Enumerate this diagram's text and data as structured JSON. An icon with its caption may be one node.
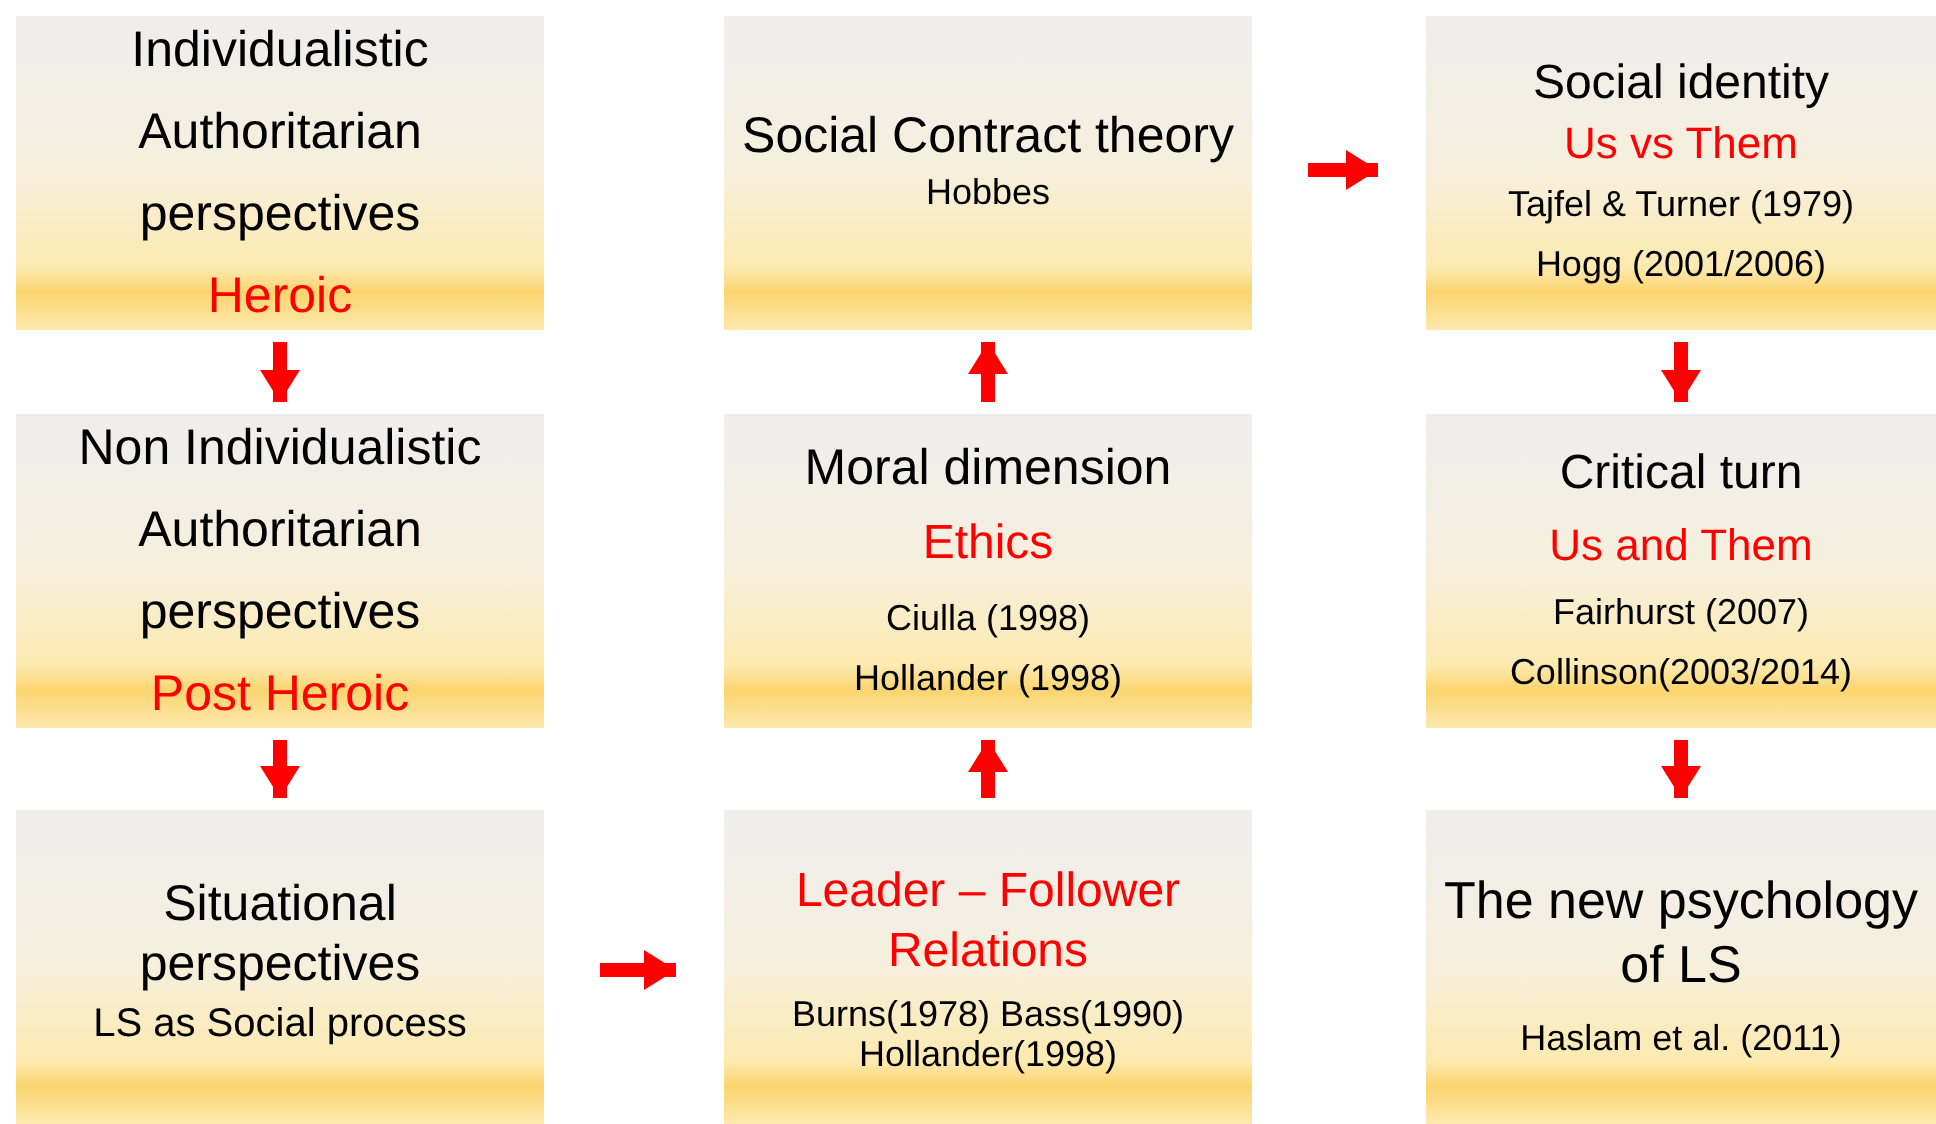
{
  "diagram": {
    "nodes": [
      {
        "text": [
          "Individualistic Authoritarian perspectives",
          "Heroic"
        ]
      },
      {
        "text": [
          "Social Contract theory",
          "Hobbes"
        ]
      },
      {
        "text": [
          "Social identity",
          "Us vs Them",
          "Tajfel & Turner (1979)",
          "Hogg (2001/2006)"
        ]
      },
      {
        "text": [
          "Non Individualistic Authoritarian perspectives",
          "Post Heroic"
        ]
      },
      {
        "text": [
          "Moral dimension",
          "Ethics",
          "Ciulla (1998)",
          "Hollander (1998)"
        ]
      },
      {
        "text": [
          "Critical turn",
          "Us and Them",
          "Fairhurst (2007)",
          "Collinson(2003/2014)"
        ]
      },
      {
        "text": [
          "Situational perspectives",
          "LS as Social process"
        ]
      },
      {
        "text": [
          "Leader – Follower Relations",
          "Burns(1978) Bass(1990) Hollander(1998)"
        ]
      },
      {
        "text": [
          "The new psychology of LS",
          "Haslam et al. (2011)"
        ]
      }
    ],
    "edges": [
      {
        "from": 0,
        "to": 3,
        "arrow": "to"
      },
      {
        "from": 3,
        "to": 6,
        "arrow": "to"
      },
      {
        "from": 6,
        "to": 7,
        "arrow": "to"
      },
      {
        "from": 7,
        "to": 4,
        "arrow": "to"
      },
      {
        "from": 4,
        "to": 1,
        "arrow": "to"
      },
      {
        "from": 1,
        "to": 2,
        "arrow": "to"
      },
      {
        "from": 2,
        "to": 5,
        "arrow": "to"
      },
      {
        "from": 5,
        "to": 8,
        "arrow": "to"
      }
    ]
  }
}
